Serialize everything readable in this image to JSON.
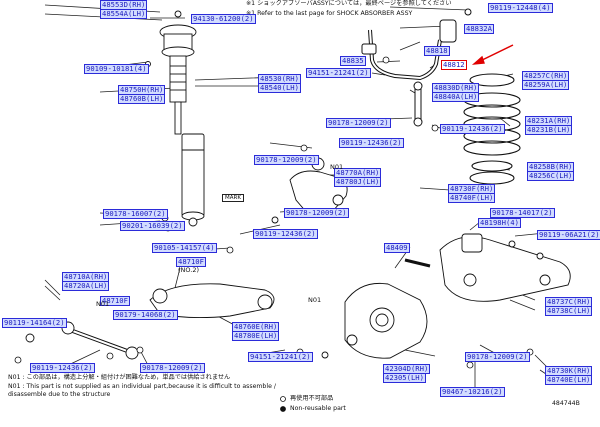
{
  "header": {
    "note_jp": "※1 ショックアブソーバASSYについては，最終ページを参照してください",
    "note_en": "※1 Refer to the last page for SHOCK ABSORBER ASSY"
  },
  "parts": {
    "p48553d": "48553D(RH)",
    "p48554a": "48554A(LH)",
    "p94130": "94130-61200(2)",
    "p90109": "90109-10181(4)",
    "p48530": "48530(RH)",
    "p48540": "48540(LH)",
    "p48750": "48750H(RH)",
    "p48760": "48760B(LH)",
    "p90119_12448": "90119-12448(4)",
    "p48832a": "48832A",
    "p48818": "48818",
    "p48835": "48835",
    "p94151_21241a": "94151-21241(2)",
    "p48812": "48812",
    "p48257": "48257C(RH)",
    "p48259": "48259A(LH)",
    "p48830": "48830D(RH)",
    "p48840": "48840A(LH)",
    "p90178_12009a": "90178-12009(2)",
    "p90119_12436a": "90119-12436(2)",
    "p48231a": "48231A(RH)",
    "p48231b": "48231B(LH)",
    "p90119_12436b": "90119-12436(2)",
    "p90178_12009b": "90178-12009(2)",
    "p48770": "48770A(RH)",
    "p48780": "48780J(LH)",
    "p48258": "48258B(RH)",
    "p48256": "48256C(LH)",
    "p90178_16007": "90178-16007(2)",
    "p90201_16039": "90201-16039(2)",
    "p90178_12009c": "90178-12009(2)",
    "p90119_12436c": "90119-12436(2)",
    "p48730": "48730F(RH)",
    "p48740": "48740F(LH)",
    "p48198": "48198H(4)",
    "p90178_14017": "90178-14017(2)",
    "p90119_06a21": "90119-06A21(2)",
    "p90105_14157": "90105-14157(4)",
    "p48409": "48409",
    "p48710f": "48710F",
    "p48710a": "48710A(RH)",
    "p48720a": "48720A(LH)",
    "p48710f2": "48710F",
    "p90179_14068": "90179-14068(2)",
    "p90119_14164": "90119-14164(2)",
    "p48760e": "48760E(RH)",
    "p48780e": "48780E(LH)",
    "p48737": "48737C(RH)",
    "p48738": "48738C(LH)",
    "p90119_12436d": "90119-12436(2)",
    "p90178_12009d": "90178-12009(2)",
    "p94151_21241b": "94151-21241(2)",
    "p42304": "42304D(RH)",
    "p42305": "42305(LH)",
    "p90178_12009e": "90178-12009(2)",
    "p48730k": "48730K(RH)",
    "p48740e": "48740E(LH)",
    "p90467_10216": "90467-10216(2)"
  },
  "labels": {
    "n01_a": "N01",
    "n01_b": "N01",
    "n01_c": "N01",
    "no2": "(NO.2)",
    "mark": "MARK"
  },
  "footer": {
    "note_jp": "N01 : この部品は，構造上分解・組付けが困難なため，単品では供給されません",
    "note_en_1": "N01 : This part is not supplied as an individual part,because it is difficult to assemble /",
    "note_en_2": "disassemble due to the structure",
    "legend_1": "再使用不可部品",
    "legend_2": "Non-reusable part",
    "diagram_id": "484744B"
  }
}
